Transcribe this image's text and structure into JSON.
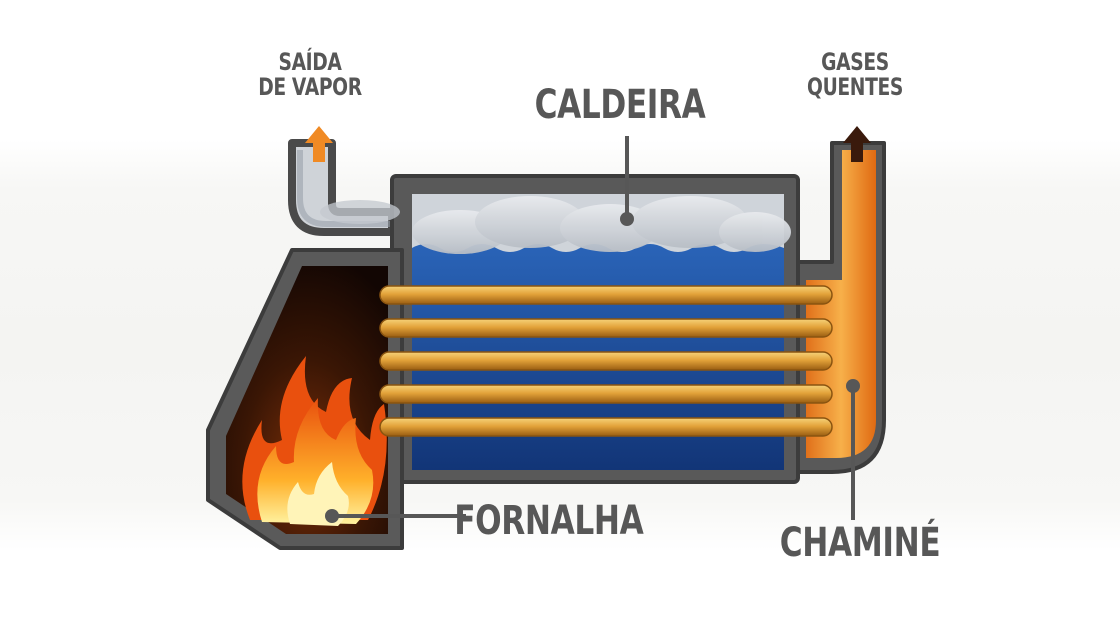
{
  "labels": {
    "steam_outlet_line1": "SAÍDA",
    "steam_outlet_line2": "DE VAPOR",
    "hot_gases_line1": "GASES",
    "hot_gases_line2": "QUENTES",
    "boiler": "CALDEIRA",
    "furnace": "FORNALHA",
    "chimney": "CHAMINÉ"
  },
  "colors": {
    "label_text": "#575757",
    "shell": "#4a4a4a",
    "water": "#1c4f9c",
    "water_deep": "#173a86",
    "tube": "#e3a33a",
    "fire": "#f07d1a",
    "steam": "#c9cdd2",
    "up_arrow_steam": "#f08a24",
    "up_arrow_gas": "#3a1a0c"
  },
  "icons": {
    "steam_arrow": "arrow-up-icon",
    "gas_arrow": "arrow-up-icon",
    "flame": "flame-icon",
    "steam_cloud": "cloud-icon"
  }
}
